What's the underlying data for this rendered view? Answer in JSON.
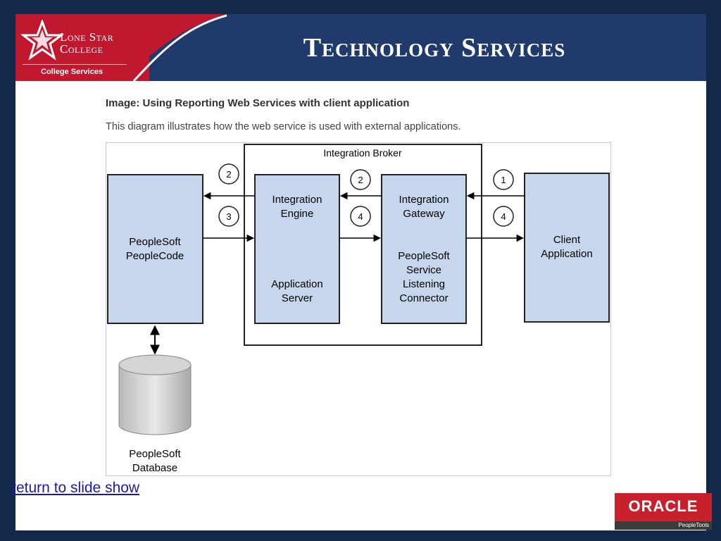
{
  "header": {
    "logo_line1": "Lone Star",
    "logo_line2": "College",
    "logo_sub": "College Services",
    "title": "Technology Services"
  },
  "figure": {
    "heading": "Image: Using Reporting Web Services with client application",
    "caption": "This diagram illustrates how the web service is used with external applications."
  },
  "diagram": {
    "broker_label": "Integration Broker",
    "peoplecode": [
      "PeopleSoft",
      "PeopleCode"
    ],
    "engine_top": [
      "Integration",
      "Engine"
    ],
    "engine_bottom": [
      "Application",
      "Server"
    ],
    "gateway_top": [
      "Integration",
      "Gateway"
    ],
    "gateway_bottom": [
      "PeopleSoft",
      "Service",
      "Listening",
      "Connector"
    ],
    "client": [
      "Client",
      "Application"
    ],
    "database": [
      "PeopleSoft",
      "Database"
    ],
    "steps": {
      "left_top": "2",
      "left_bottom": "3",
      "mid_top": "2",
      "mid_bottom": "4",
      "right_top": "1",
      "right_bottom": "4"
    }
  },
  "footer": {
    "link": "return to slide show",
    "oracle_word": "ORACLE",
    "oracle_sub": "PeopleTools"
  },
  "colors": {
    "box_fill": "#c6d6ec",
    "header_blue": "#1f3a6b",
    "brand_red": "#c0182f"
  }
}
